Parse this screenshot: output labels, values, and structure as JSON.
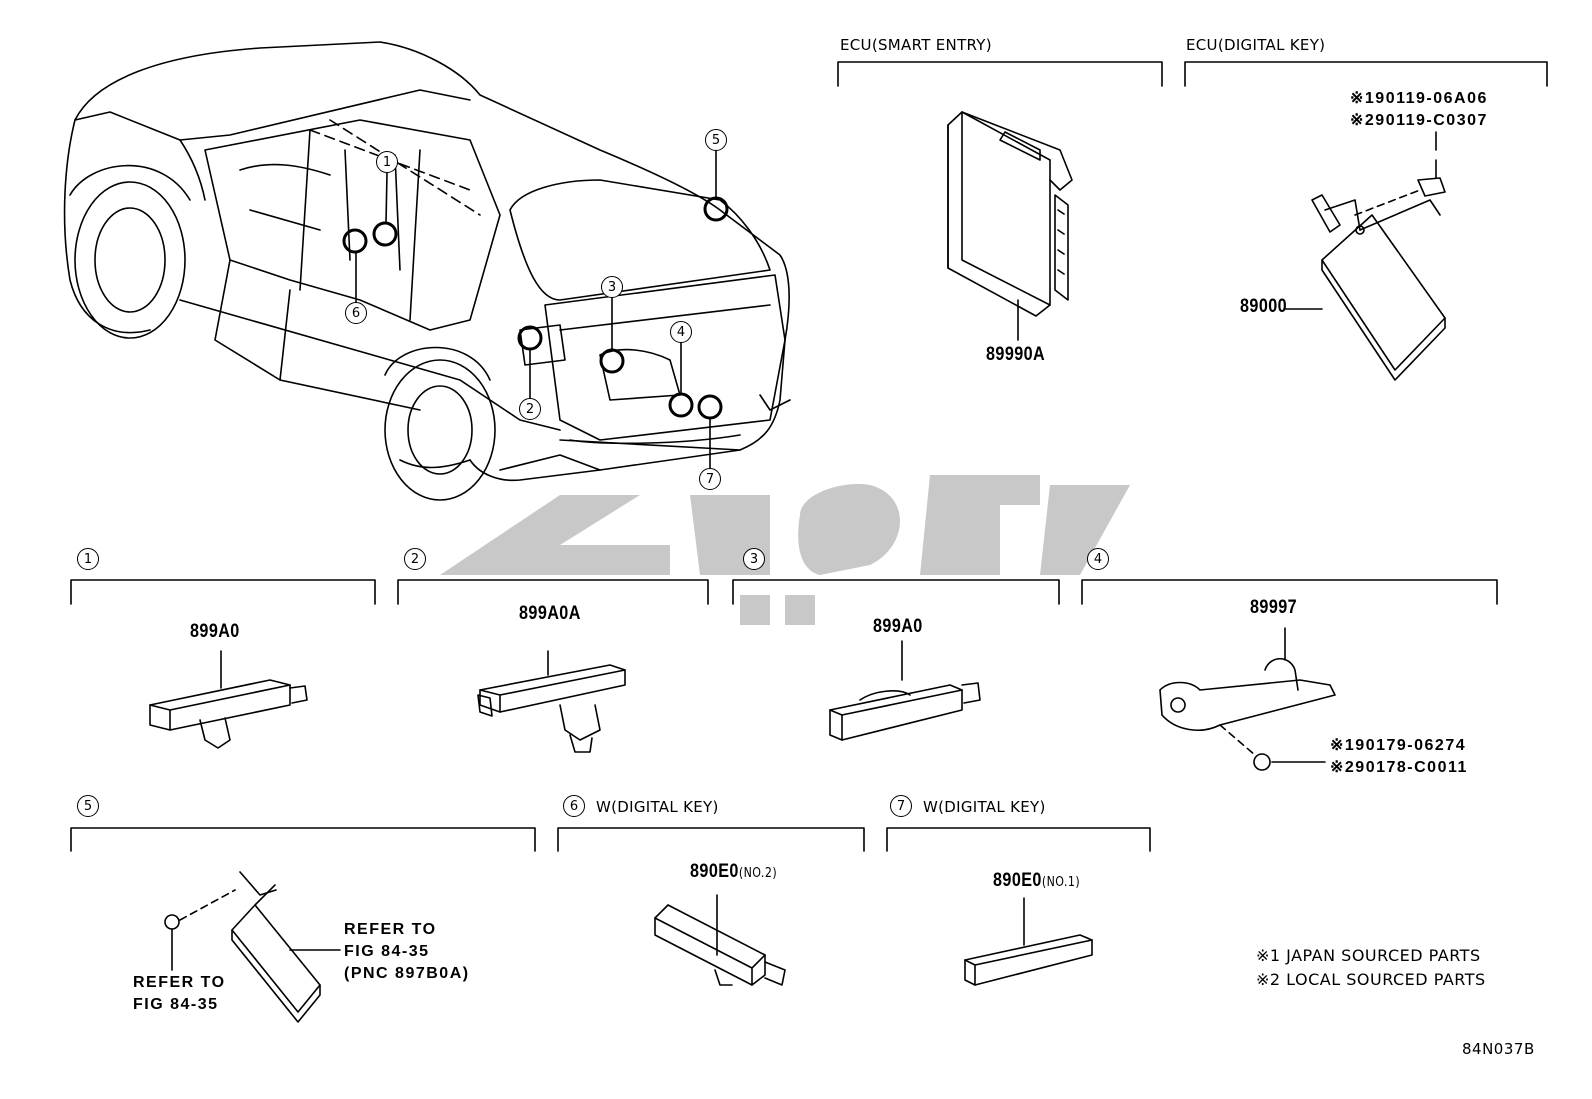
{
  "groups": {
    "smart_entry": {
      "title": "ECU(SMART ENTRY)",
      "part": "89990A"
    },
    "digital_key": {
      "title": "ECU(DIGITAL KEY)",
      "part": "89000",
      "fastener_note_1": "※190119-06A06",
      "fastener_note_2": "※290119-C0307"
    },
    "g1": {
      "num": "1",
      "part": "899A0"
    },
    "g2": {
      "num": "2",
      "part": "899A0A"
    },
    "g3": {
      "num": "3",
      "part": "899A0"
    },
    "g4": {
      "num": "4",
      "part": "89997",
      "fastener_note_1": "※190179-06274",
      "fastener_note_2": "※290178-C0011"
    },
    "g5": {
      "num": "5",
      "refer_1_line1": "REFER TO",
      "refer_1_line2": "FIG 84-35",
      "refer_1_line3": "(PNC 897B0A)",
      "refer_2_line1": "REFER TO",
      "refer_2_line2": "FIG 84-35"
    },
    "g6": {
      "num": "6",
      "label": "W(DIGITAL KEY)",
      "part": "890E0",
      "qualifier": "(NO.2)"
    },
    "g7": {
      "num": "7",
      "label": "W(DIGITAL KEY)",
      "part": "890E0",
      "qualifier": "(NO.1)"
    }
  },
  "vehicle_callouts": [
    "1",
    "2",
    "3",
    "4",
    "5",
    "6",
    "7"
  ],
  "legend": {
    "line1": "※1 JAPAN SOURCED PARTS",
    "line2": "※2 LOCAL SOURCED PARTS"
  },
  "figure_code": "84N037B"
}
